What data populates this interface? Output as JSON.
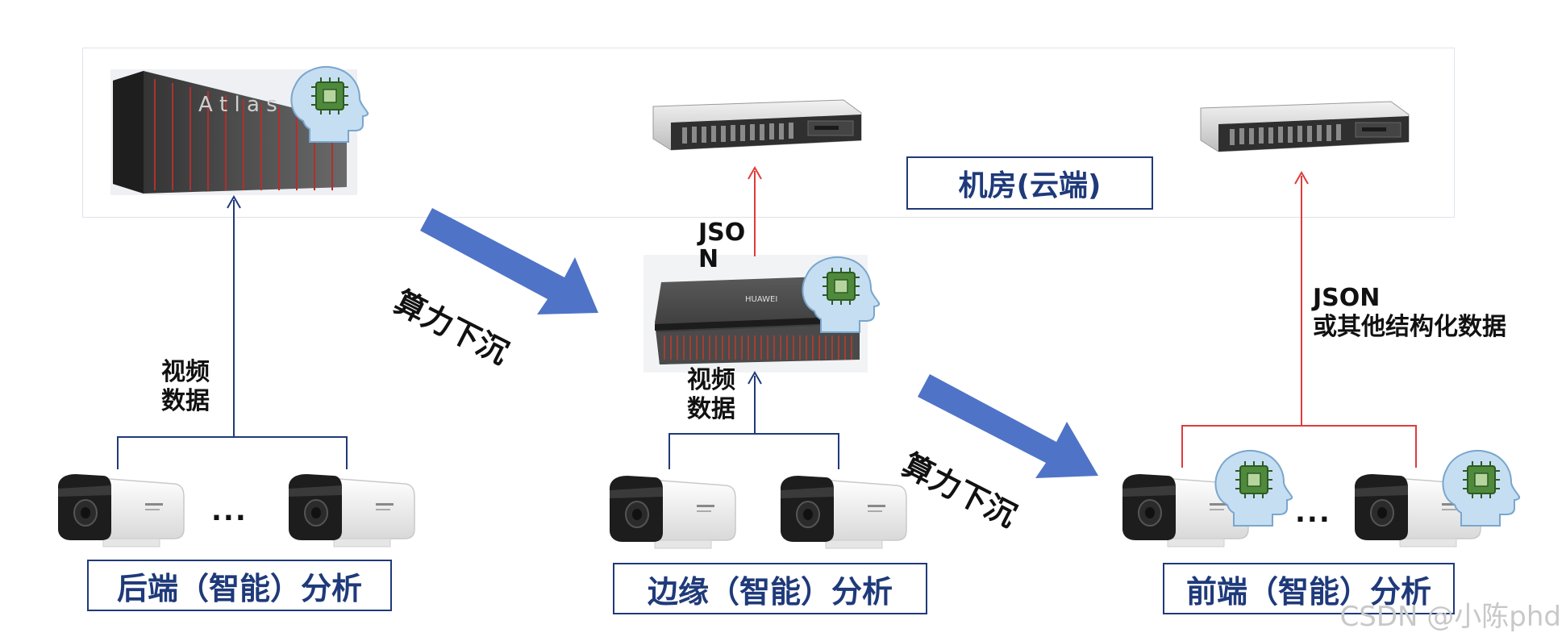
{
  "cloud": {
    "label": "机房(云端)"
  },
  "labels": {
    "backend": "后端（智能）分析",
    "edge": "边缘（智能）分析",
    "frontend": "前端（智能）分析"
  },
  "texts": {
    "video_data_1": "视频\n数据",
    "video_data_2": "视频\n数据",
    "json_edge": "JSO\nN",
    "json_front": "JSON\n或其他结构化数据",
    "compute_sink_1": "算力下沉",
    "compute_sink_2": "算力下沉",
    "ellipsis_1": "...",
    "ellipsis_2": "..."
  },
  "devices": {
    "supercomputer_text": "A t l a s"
  },
  "watermark": "CSDN @小陈phd",
  "colors": {
    "dark_blue": "#1f3a7a",
    "arrow_blue": "#4f73c7",
    "red": "#e03b3b",
    "ai_head": "#bcd9f0",
    "chip_green": "#4f8a3c"
  }
}
